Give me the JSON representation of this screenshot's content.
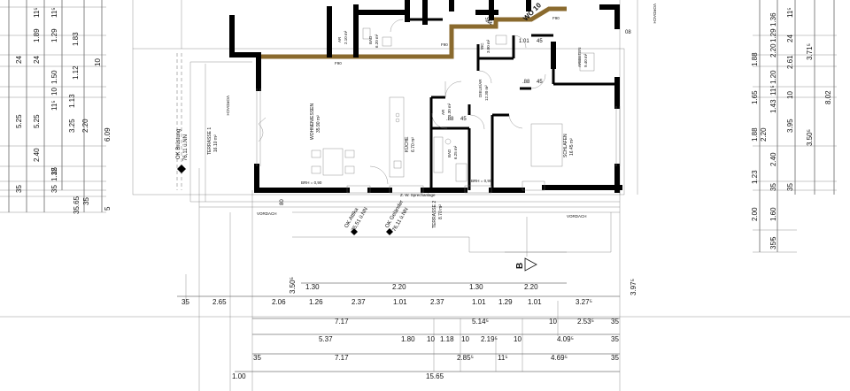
{
  "rooms": {
    "wohnen": {
      "name": "WOHNEN/ESSEN",
      "area": "35.90 m²"
    },
    "terrasse1": {
      "name": "TERRASSE 1",
      "area": "16.10 m²"
    },
    "terrasse2": {
      "name": "TERRASSE 2",
      "area": "8.70 m²"
    },
    "kueche": {
      "name": "KÜCHE",
      "area": "6.70 m²"
    },
    "ar_upper": {
      "name": "AR",
      "area": "2.10 m²"
    },
    "bad_upper": {
      "name": "BAD",
      "area": "6.20 m²"
    },
    "wc": {
      "name": "WC",
      "area": "3.00 m²"
    },
    "ar_mid": {
      "name": "AR",
      "area": "1.30 m²"
    },
    "diele": {
      "name": "DIELE/AR",
      "area": "12.30 m²"
    },
    "bad_lower": {
      "name": "BAD",
      "area": "6.25 m²"
    },
    "arbeiten": {
      "name": "ARBEITEN",
      "area": "9.40 m²"
    },
    "schlafen": {
      "name": "SCHLAFEN",
      "area": "16.45 m²"
    }
  },
  "labels": {
    "wo": "WO 10",
    "f90_a": "F90",
    "f90_b": "F90",
    "f90_c": "F90",
    "brh_left": "BRH = 0,90",
    "brh_right": "BRH = 0,90",
    "vordach_left": "VORDACH",
    "vordach_bottom_left": "VORDACH",
    "vordach_bottom_right": "VORDACH",
    "vordach_right": "VORDACH",
    "ok_bruestung": "OK Brüstung",
    "ok_bruestung_val": "76,11 ü.NN",
    "ok_attika": "OK Attika",
    "ok_attika_val": "75,51 ü.NN",
    "ok_gelaender": "OK Geländer",
    "ok_gelaender_val": "76,11 ü.NN",
    "section": "B",
    "door_45a": "45",
    "door_101": "1.01",
    "door_45b": "45",
    "door_88a": ".88",
    "door_45c": "45",
    "door_88b": ".88",
    "door_45d": "45",
    "r08": "08",
    "n45top": "45",
    "d80": "80",
    "stair_note": "Z. W. Sprechanlage"
  },
  "dims_left_outer": [
    "11⁵",
    "1.89",
    "24",
    "10",
    "5.25",
    "6.09",
    "35",
    "35.65",
    "35"
  ],
  "dims_left_mid": [
    "5.25",
    "2.40",
    "1.12"
  ],
  "dims_left_inner": [
    "11⁵",
    "1.29",
    "24",
    "1.50",
    "11⁵",
    "1.13",
    "10",
    "3.25",
    "2.20",
    "35"
  ],
  "dims_left_col4": [
    "1.83",
    "1.12",
    "35",
    "5"
  ],
  "dims_right_col1": [
    "1.36",
    "2.20",
    "1.88",
    "1.65",
    "1.88",
    "2.20",
    "1.23",
    "35",
    "2.00",
    "35⁵"
  ],
  "dims_right_col2": [
    "11⁵",
    "1.29",
    "1.20",
    "11⁵",
    "1.43",
    "3.95",
    "2.40",
    "35",
    "1.60",
    "5"
  ],
  "dims_right_col3": [
    "24",
    "2.61",
    "10",
    "3.50⁵"
  ],
  "dims_right_col4": [
    "3.71⁵",
    "8.02"
  ],
  "dims_right_side": [
    "3.97⁵"
  ],
  "dims_side_left": [
    "3.50⁵"
  ],
  "dims_row1": [
    "1.30",
    "2.20",
    "1.30",
    "2.20"
  ],
  "dims_row2": [
    "35",
    "2.65",
    "2.06",
    "1.26",
    "2.37",
    "1.01",
    "2.37",
    "1.01",
    "1.29",
    "1.01",
    "3.27⁵"
  ],
  "dims_row3": [
    "7.17",
    "5.14⁵",
    "10",
    "2.53⁵",
    "35"
  ],
  "dims_row4": [
    "5.37",
    "1.80",
    "10",
    "1.18",
    "10",
    "2.19⁵",
    "10",
    "4.09⁵",
    "35"
  ],
  "dims_row5": [
    "35",
    "7.17",
    "2.85⁵",
    "11⁵",
    "4.69⁵",
    "35"
  ],
  "dims_row6": [
    "1.00",
    "15.65"
  ]
}
